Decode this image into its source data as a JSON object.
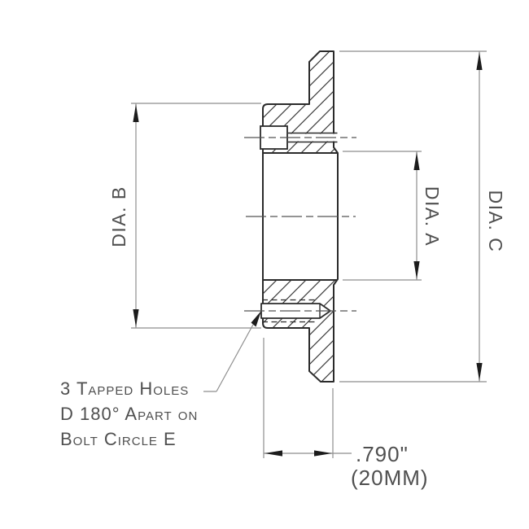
{
  "note": {
    "line1": "3 Tapped Holes",
    "line2": "D 180° Apart on",
    "line3": "Bolt Circle E"
  },
  "labels": {
    "dia_a": "DIA. A",
    "dia_b": "DIA. B",
    "dia_c": "DIA. C"
  },
  "thickness": {
    "inches": ".790\"",
    "metric": "(20MM)"
  },
  "colors": {
    "outline": "#2b2b2b",
    "hatch": "#3a3a3a",
    "dimension": "#8e8e8e",
    "centerline": "#555555",
    "arrow": "#1c1c1c",
    "text": "#4f4f4f",
    "background": "#ffffff"
  }
}
